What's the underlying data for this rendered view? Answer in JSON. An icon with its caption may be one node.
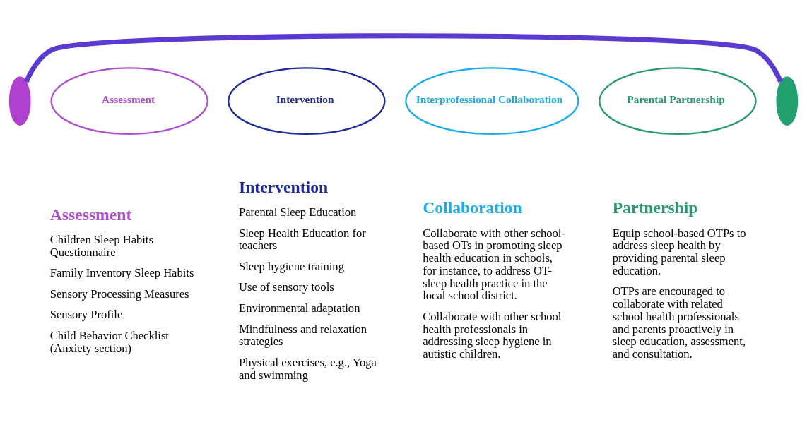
{
  "diagram": {
    "nodes": [
      {
        "text": [],
        "shape": "ellipse"
      },
      {
        "text": [
          "Assessment"
        ]
      },
      {
        "text": [
          "Intervention"
        ]
      },
      {
        "text": [
          "Interprofessional Collaboration"
        ]
      },
      {
        "text": [
          "Parental Partnership"
        ]
      },
      {
        "text": [],
        "shape": "ellipse"
      },
      {
        "text": [
          "Assessment",
          "Children Sleep Habits Questionnaire",
          "Family Inventory Sleep Habits",
          "Sensory Processing Measures",
          "Sensory Profile",
          "Child Behavior Checklist (Anxiety section)"
        ]
      },
      {
        "text": [
          "Intervention",
          "Parental Sleep Education",
          "Sleep Health Education for teachers",
          "Sleep hygiene training",
          "Use of sensory tools",
          "Environmental adaptation",
          "Mindfulness and relaxation strategies",
          "Physical exercises, e.g., Yoga and swimming"
        ]
      },
      {
        "text": [
          "Collaboration",
          "Collaborate with other school-based OTs in promoting sleep health education in schools, for instance, to address OT- sleep health practice in the local school district.",
          "Collaborate with other school health professionals in addressing sleep hygiene in autistic children."
        ]
      },
      {
        "text": [
          "Partnership",
          "Equip school-based OTPs to address sleep health by providing parental sleep education.",
          "OTPs are encouraged to collaborate with related school health professionals and parents proactively in sleep education, assessment, and consultation."
        ]
      }
    ],
    "edges": [
      {
        "from": 0,
        "to": 5,
        "arrow": "none"
      }
    ]
  }
}
